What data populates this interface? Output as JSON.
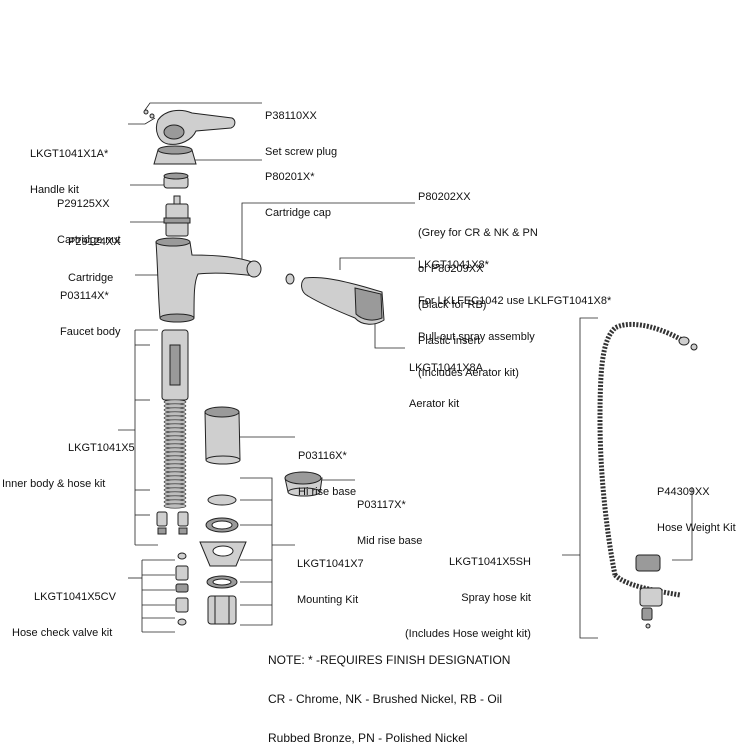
{
  "labels": {
    "set_screw_plug": {
      "part": "P38110XX",
      "desc": "Set screw plug"
    },
    "handle_kit": {
      "part": "LKGT1041X1A*",
      "desc": "Handle kit"
    },
    "cartridge_cap": {
      "part": "P80201X*",
      "desc": "Cartridge cap"
    },
    "cartridge_nut": {
      "part": "P29125XX",
      "desc": "Cartridge nut"
    },
    "cartridge": {
      "part": "P29124XX",
      "desc": "Cartridge"
    },
    "faucet_body": {
      "part": "P03114X*",
      "desc": "Faucet body"
    },
    "plastic_insert": {
      "line1": "P80202XX",
      "line2": "(Grey for CR & NK & PN",
      "line3": "or P80209XX",
      "line4": "(Black for RB)",
      "line5": "Plastic insert"
    },
    "pullout_spray": {
      "line1": "LKGT1041X8*",
      "line2": "For LKLFEC1042 use LKLFGT1041X8*",
      "line3": "Pull-out spray assembly",
      "line4": "(Includes Aerator kit)"
    },
    "aerator_kit": {
      "part": "LKGT1041X8A",
      "desc": "Aerator kit"
    },
    "inner_body": {
      "part": "LKGT1041X5",
      "desc": "Inner body & hose kit"
    },
    "hi_rise_base": {
      "part": "P03116X*",
      "desc": "Hi rise base"
    },
    "mid_rise_base": {
      "part": "P03117X*",
      "desc": "Mid rise base"
    },
    "mounting_kit": {
      "part": "LKGT1041X7",
      "desc": "Mounting Kit"
    },
    "hose_check_valve": {
      "part": "LKGT1041X5CV",
      "desc": "Hose check valve kit"
    },
    "hose_weight_kit": {
      "part": "P44309XX",
      "desc": "Hose Weight Kit"
    },
    "spray_hose_kit": {
      "line1": "LKGT1041X5SH",
      "line2": "Spray hose kit",
      "line3": "(Includes Hose weight kit)"
    }
  },
  "note": {
    "line1": "NOTE: * -REQUIRES FINISH DESIGNATION",
    "line2": "CR - Chrome, NK - Brushed Nickel, RB - Oil",
    "line3": "Rubbed Bronze, PN - Polished Nickel"
  }
}
